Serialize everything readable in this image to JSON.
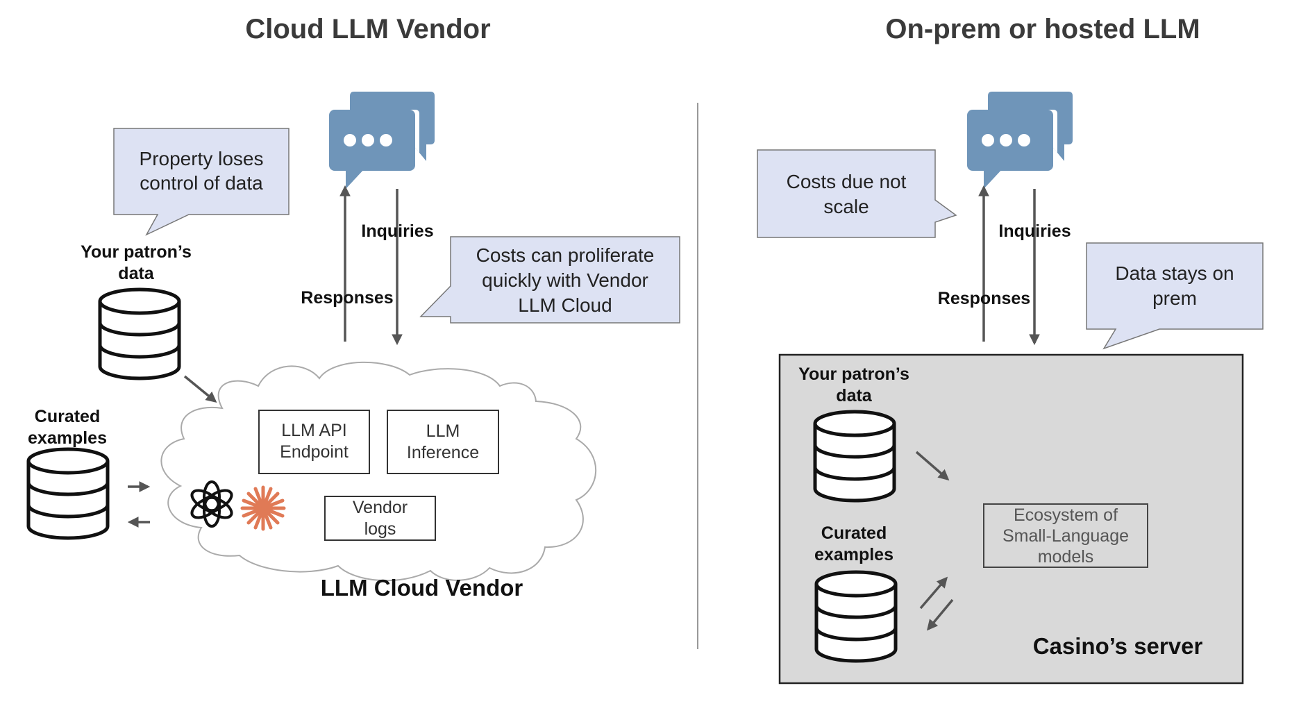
{
  "left": {
    "title": "Cloud LLM Vendor",
    "callout_control": [
      "Property loses",
      "control of data"
    ],
    "patron_data": [
      "Your patron’s",
      "data"
    ],
    "curated": [
      "Curated",
      "examples"
    ],
    "inquiries": "Inquiries",
    "responses": "Responses",
    "callout_costs": [
      "Costs can proliferate",
      "quickly with Vendor",
      "LLM Cloud"
    ],
    "box_api": [
      "LLM API",
      "Endpoint"
    ],
    "box_inference": [
      "LLM",
      "Inference"
    ],
    "box_logs": [
      "Vendor",
      "logs"
    ],
    "cloud_label": "LLM Cloud Vendor",
    "icons": [
      "chat-bubbles-icon",
      "database-icon",
      "openai-logo-icon",
      "anthropic-logo-icon"
    ]
  },
  "right": {
    "title": "On-prem or hosted LLM",
    "callout_costs": [
      "Costs due not",
      "scale"
    ],
    "inquiries": "Inquiries",
    "responses": "Responses",
    "callout_data": [
      "Data stays on",
      "prem"
    ],
    "patron_data": [
      "Your patron’s",
      "data"
    ],
    "curated": [
      "Curated",
      "examples"
    ],
    "box_ecosystem": [
      "Ecosystem of",
      "Small-Language",
      "models"
    ],
    "server_label": "Casino’s server"
  },
  "colors": {
    "callout_fill": "#dde2f3",
    "chat_icon": "#6f95b9",
    "server_fill": "#d9d9d9",
    "anthropic": "#e07a56",
    "arrow": "#555555"
  }
}
